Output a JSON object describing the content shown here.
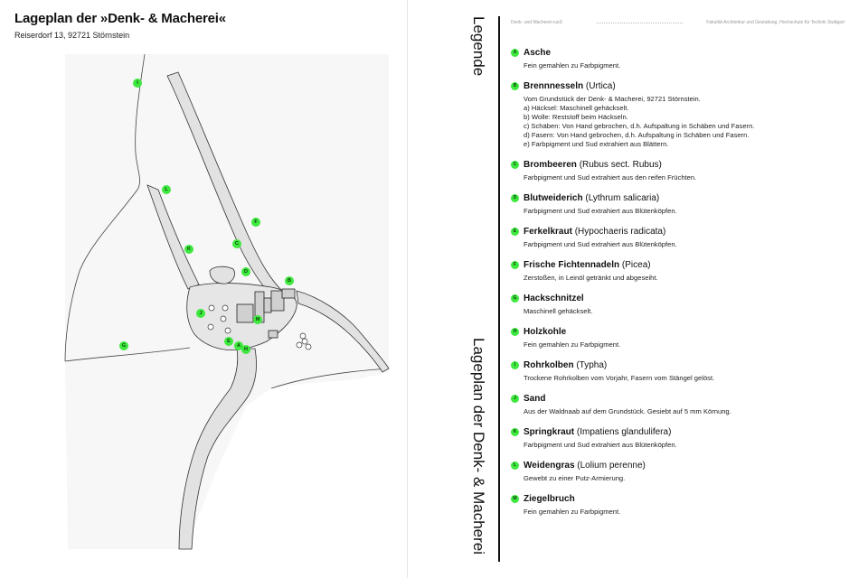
{
  "map": {
    "title": "Lageplan der »Denk- & Macherei«",
    "address": "Reiserdorf 13, 92721 Störnstein",
    "markers": [
      {
        "letter": "I"
      },
      {
        "letter": "L"
      },
      {
        "letter": "F"
      },
      {
        "letter": "K"
      },
      {
        "letter": "C"
      },
      {
        "letter": "D"
      },
      {
        "letter": "B"
      },
      {
        "letter": "J"
      },
      {
        "letter": "M"
      },
      {
        "letter": "G"
      },
      {
        "letter": "E"
      },
      {
        "letter": "A"
      },
      {
        "letter": "H"
      }
    ],
    "marker_color": "#3ee83e"
  },
  "header": {
    "left": "Denk- und Macherei rue3:",
    "right": "Fakultät Architektur und Gestaltung, Hochschule für Technik Stuttgart"
  },
  "vertical_titles": {
    "legend": "Legende",
    "main": "Lageplan der Denk- & Macherei"
  },
  "legend": [
    {
      "letter": "A",
      "name": "Asche",
      "sci": "",
      "desc": [
        "Fein gemahlen zu Farbpigment."
      ]
    },
    {
      "letter": "B",
      "name": "Brennnesseln",
      "sci": "(Urtica)",
      "desc": [
        "Vom Grundstück der Denk- & Macherei, 92721 Störnstein.",
        "a) Häcksel: Maschinell gehäckselt.",
        "b) Wolle: Reststoff beim Häckseln.",
        "c) Schäben: Von Hand gebrochen, d.h. Aufspaltung in Schäben und Fasern.",
        "d) Fasern: Von Hand gebrochen, d.h. Aufspaltung in Schäben und Fasern.",
        "e) Farbpigment und Sud extrahiert aus Blättern."
      ]
    },
    {
      "letter": "C",
      "name": "Brombeeren",
      "sci": "(Rubus sect. Rubus)",
      "desc": [
        "Farbpigment und Sud extrahiert aus den reifen Früchten."
      ]
    },
    {
      "letter": "D",
      "name": "Blutweiderich",
      "sci": "(Lythrum salicaria)",
      "desc": [
        "Farbpigment und Sud extrahiert aus Blütenköpfen."
      ]
    },
    {
      "letter": "E",
      "name": "Ferkelkraut",
      "sci": "(Hypochaeris radicata)",
      "desc": [
        "Farbpigment und Sud extrahiert aus Blütenköpfen."
      ]
    },
    {
      "letter": "F",
      "name": "Frische Fichtennadeln",
      "sci": "(Picea)",
      "desc": [
        "Zerstoßen, in Leinöl getränkt und abgeseiht."
      ]
    },
    {
      "letter": "G",
      "name": "Hackschnitzel",
      "sci": "",
      "desc": [
        "Maschinell gehäckselt."
      ]
    },
    {
      "letter": "H",
      "name": "Holzkohle",
      "sci": "",
      "desc": [
        "Fein gemahlen zu Farbpigment."
      ]
    },
    {
      "letter": "I",
      "name": "Rohrkolben",
      "sci": "(Typha)",
      "desc": [
        "Trockene Rohrkolben vom Vorjahr, Fasern vom Stängel gelöst."
      ]
    },
    {
      "letter": "J",
      "name": "Sand",
      "sci": "",
      "desc": [
        "Aus der Waldnaab auf dem Grundstück. Gesiebt auf 5 mm Körnung."
      ]
    },
    {
      "letter": "K",
      "name": "Springkraut",
      "sci": "(Impatiens glandulifera)",
      "desc": [
        "Farbpigment und Sud extrahiert aus Blütenköpfen."
      ]
    },
    {
      "letter": "L",
      "name": "Weidengras",
      "sci": "(Lolium perenne)",
      "desc": [
        "Gewebt zu einer Putz-Armierung."
      ]
    },
    {
      "letter": "M",
      "name": "Ziegelbruch",
      "sci": "",
      "desc": [
        "Fein gemahlen zu Farbpigment."
      ]
    }
  ]
}
